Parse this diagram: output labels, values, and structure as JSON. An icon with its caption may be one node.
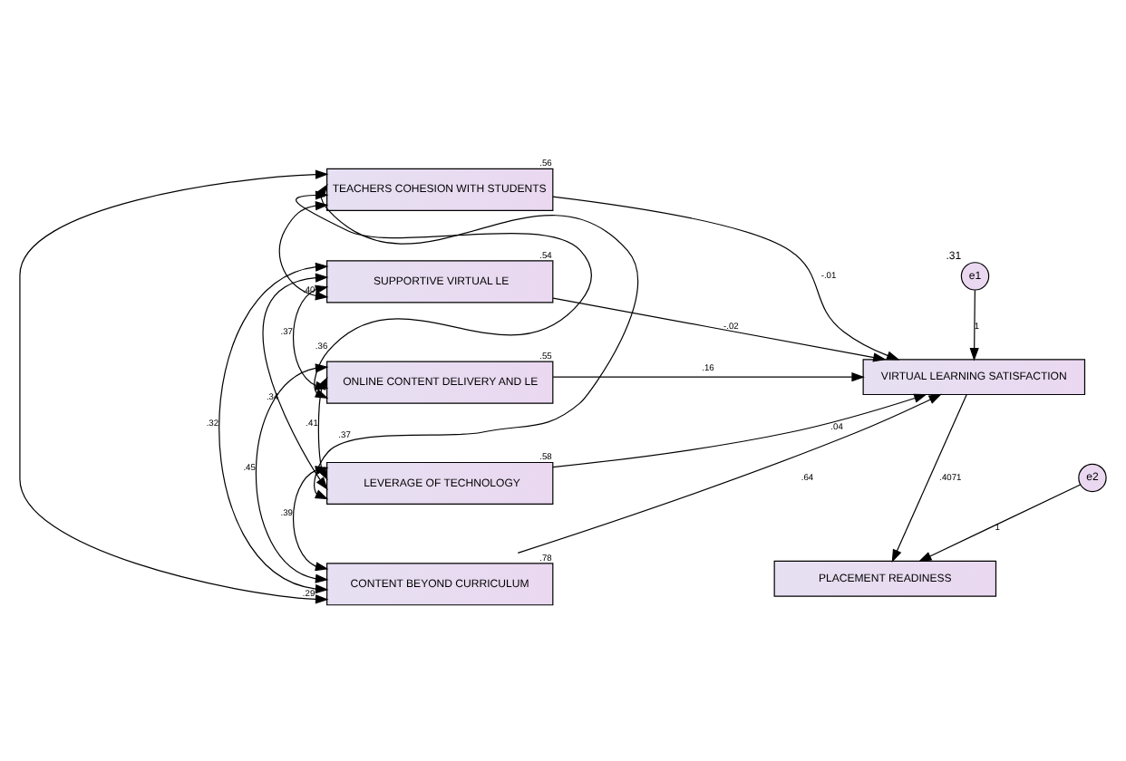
{
  "diagram": {
    "nodes": [
      {
        "text": [
          "TEACHERS COHESION WITH STUDENTS"
        ],
        "beside": [
          ".56"
        ]
      },
      {
        "text": [
          "SUPPORTIVE VIRTUAL LE"
        ],
        "beside": [
          ".54"
        ]
      },
      {
        "text": [
          "ONLINE CONTENT DELIVERY AND LE"
        ],
        "beside": [
          ".55"
        ]
      },
      {
        "text": [
          "LEVERAGE OF TECHNOLOGY"
        ],
        "beside": [
          ".58"
        ]
      },
      {
        "text": [
          "CONTENT BEYOND CURRICULUM"
        ],
        "beside": [
          ".78"
        ]
      },
      {
        "text": [
          "VIRTUAL LEARNING SATISFACTION"
        ]
      },
      {
        "text": [
          "PLACEMENT READINESS"
        ]
      },
      {
        "text": [
          "e1"
        ],
        "beside": [
          ".31"
        ]
      },
      {
        "text": [
          "e2"
        ]
      }
    ],
    "edges": [
      {
        "from": 0,
        "to": 1,
        "arrow": "both",
        "label": ".40"
      },
      {
        "from": 0,
        "to": 2,
        "arrow": "both",
        "label": ".36"
      },
      {
        "from": 0,
        "to": 3,
        "arrow": "both",
        "label": ".37"
      },
      {
        "from": 0,
        "to": 4,
        "arrow": "both",
        "label": ".29"
      },
      {
        "from": 1,
        "to": 2,
        "arrow": "both",
        "label": ".37"
      },
      {
        "from": 1,
        "to": 3,
        "arrow": "both",
        "label": ".34"
      },
      {
        "from": 1,
        "to": 4,
        "arrow": "both",
        "label": ".32"
      },
      {
        "from": 2,
        "to": 3,
        "arrow": "both",
        "label": ".41"
      },
      {
        "from": 2,
        "to": 4,
        "arrow": "both",
        "label": ".45"
      },
      {
        "from": 3,
        "to": 4,
        "arrow": "both",
        "label": ".39"
      },
      {
        "from": 0,
        "to": 5,
        "arrow": "to",
        "label": "-.01"
      },
      {
        "from": 1,
        "to": 5,
        "arrow": "to",
        "label": "-.02"
      },
      {
        "from": 2,
        "to": 5,
        "arrow": "to",
        "label": ".16"
      },
      {
        "from": 3,
        "to": 5,
        "arrow": "to",
        "label": ".04"
      },
      {
        "from": 4,
        "to": 5,
        "arrow": "to",
        "label": ".64"
      },
      {
        "from": 7,
        "to": 5,
        "arrow": "to",
        "label": "1"
      },
      {
        "from": 5,
        "to": 6,
        "arrow": "to",
        "label": ".4071"
      },
      {
        "from": 8,
        "to": 6,
        "arrow": "to",
        "label": "1"
      }
    ]
  }
}
